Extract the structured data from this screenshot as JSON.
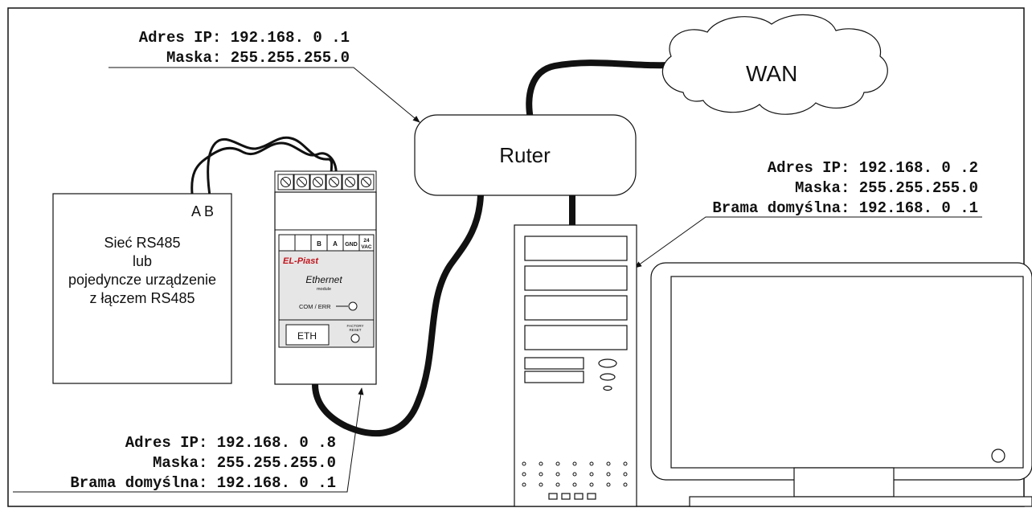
{
  "router_config": {
    "ip_line": "Adres IP: 192.168. 0 .1",
    "mask_line": "Maska: 255.255.255.0"
  },
  "pc_config": {
    "ip_line": "Adres IP: 192.168. 0 .2",
    "mask_line": "Maska: 255.255.255.0",
    "gateway_line": "Brama domyślna: 192.168. 0 .1"
  },
  "module_config": {
    "ip_line": "Adres IP: 192.168. 0 .8",
    "mask_line": "Maska: 255.255.255.0",
    "gateway_line": "Brama domyślna: 192.168. 0 .1"
  },
  "wan_label": "WAN",
  "router_label": "Ruter",
  "rs485_box": {
    "terminals": "A B",
    "line1": "Sieć RS485",
    "line2": "lub",
    "line3": "pojedyncze urządzenie",
    "line4": "z łączem RS485"
  },
  "module": {
    "terminal_labels": [
      "B",
      "A",
      "GND",
      "24",
      "VAC"
    ],
    "brand": "EL-Piast",
    "name": "Ethernet",
    "subname": "module",
    "led_label": "COM / ERR",
    "port_label": "ETH",
    "reset_label_1": "FACTORY",
    "reset_label_2": "RESET"
  },
  "colors": {
    "line": "#111111",
    "brand_red": "#c0141c",
    "module_fill": "#e6e6e6"
  }
}
